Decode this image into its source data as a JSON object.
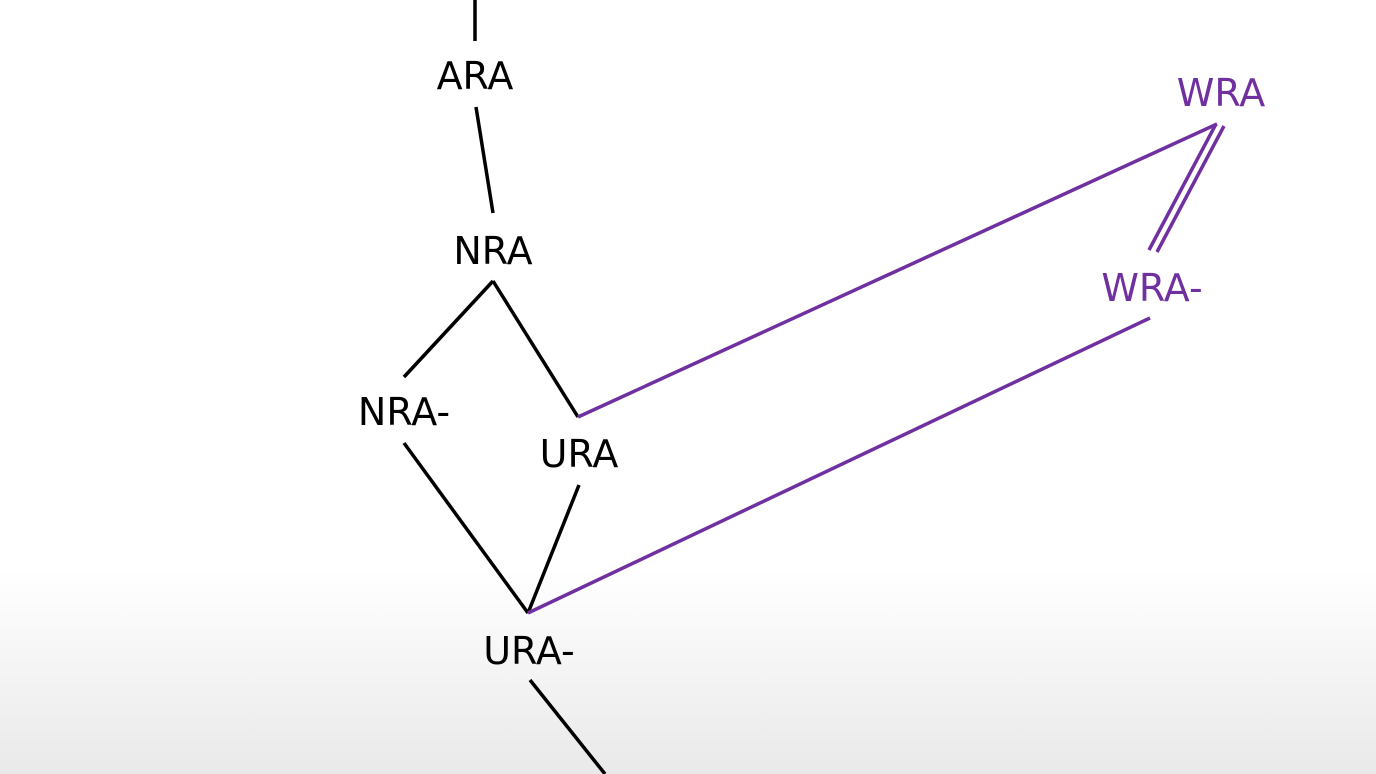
{
  "colors": {
    "black": "#000000",
    "purple": "#7030a0"
  },
  "nodes": {
    "ara": "ARA",
    "nra": "NRA",
    "nra_minus": "NRA-",
    "ura": "URA",
    "ura_minus": "URA-",
    "wra": "WRA",
    "wra_minus": "WRA-"
  }
}
